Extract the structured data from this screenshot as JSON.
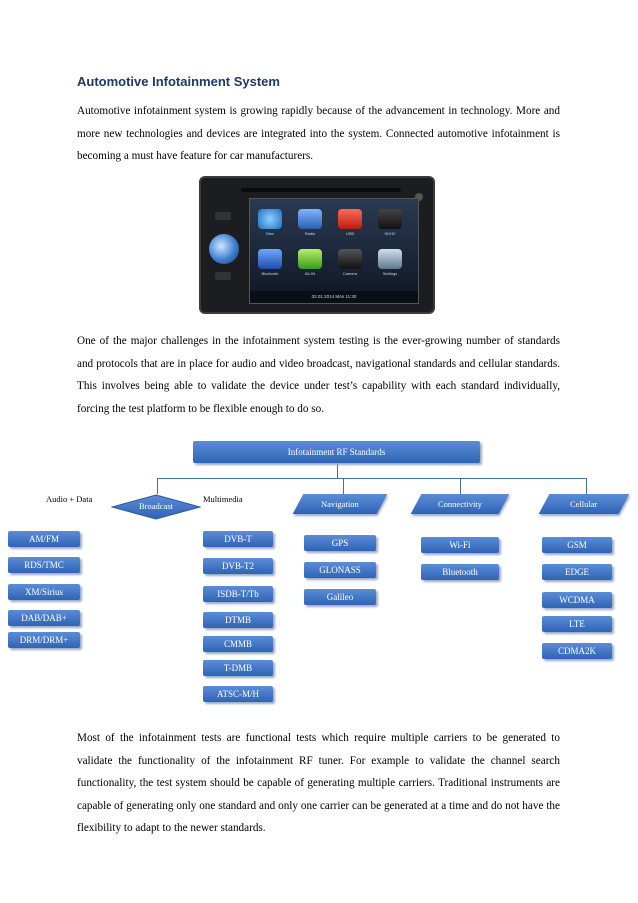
{
  "document": {
    "title": "Automotive Infotainment System",
    "paragraph1": "Automotive infotainment system is growing rapidly because of the advancement in technology. More and more new technologies and devices are integrated into the system. Connected automotive infotainment is becoming a must have feature for car manufacturers.",
    "paragraph2": "One of the major challenges in the infotainment system testing is the ever-growing number of standards and protocols that are in place for audio and video broadcast, navigational standards and cellular standards. This involves being able to validate the device under test’s capability with each standard individually, forcing the test platform to be flexible enough to do so.",
    "paragraph3": "Most of the infotainment tests are functional tests which require multiple carriers to be generated to validate the functionality of the infotainment RF tuner. For example to validate the channel search functionality, the test system should be capable of generating multiple carriers. Traditional instruments are capable of generating only one standard and only one carrier can be generated at a time and do not have the flexibility to adapt to the newer standards."
  },
  "head_unit": {
    "tiles": [
      "Disc",
      "Radio",
      "USB",
      "SDHC",
      "Bluetooth",
      "AV-IN",
      "Camera",
      "Settings"
    ],
    "status": "02.01.2014   Mon   11:30"
  },
  "diagram": {
    "root": "Infotainment RF Standards",
    "categories": {
      "broadcast": "Broadcast",
      "navigation": "Navigation",
      "connectivity": "Connectivity",
      "cellular": "Cellular"
    },
    "sub_labels": {
      "audio": "Audio + Data",
      "multimedia": "Multimedia"
    },
    "audio_items": [
      "AM/FM",
      "RDS/TMC",
      "XM/Sirius",
      "DAB/DAB+",
      "DRM/DRM+"
    ],
    "multimedia_items": [
      "DVB-T",
      "DVB-T2",
      "ISDB-T/Tb",
      "DTMB",
      "CMMB",
      "T-DMB",
      "ATSC-M/H"
    ],
    "navigation_items": [
      "GPS",
      "GLONASS",
      "Galileo"
    ],
    "connectivity_items": [
      "Wi-Fi",
      "Bluetooth"
    ],
    "cellular_items": [
      "GSM",
      "EDGE",
      "WCDMA",
      "LTE",
      "CDMA2K"
    ]
  }
}
